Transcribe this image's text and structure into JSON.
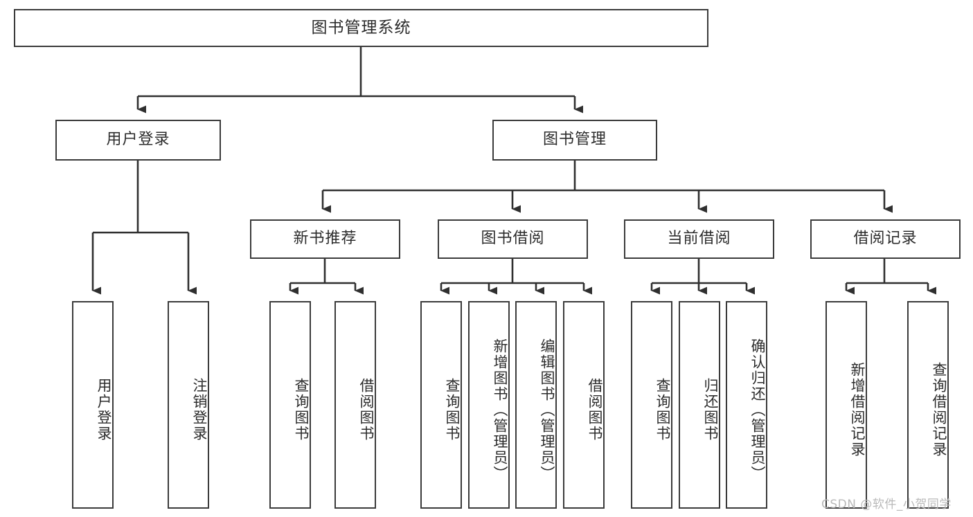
{
  "diagram": {
    "type": "tree-hierarchy-chart",
    "title": "图书管理系统",
    "watermark": "CSDN @软件_小贺同学",
    "colors": {
      "box_border": "#3a3a3a",
      "box_fill": "#ffffff",
      "connector": "#2f2f2f",
      "text": "#2b2b2b",
      "watermark": "#b9b9b9",
      "background": "#ffffff"
    },
    "root": {
      "label": "图书管理系统"
    },
    "level1": [
      {
        "id": "user-login",
        "label": "用户登录"
      },
      {
        "id": "book-manage",
        "label": "图书管理"
      }
    ],
    "level2": [
      {
        "id": "new-book-recommend",
        "label": "新书推荐",
        "parent": "book-manage"
      },
      {
        "id": "book-borrow",
        "label": "图书借阅",
        "parent": "book-manage"
      },
      {
        "id": "current-borrow",
        "label": "当前借阅",
        "parent": "book-manage"
      },
      {
        "id": "borrow-record",
        "label": "借阅记录",
        "parent": "book-manage"
      }
    ],
    "leaves": {
      "user-login": [
        {
          "id": "leaf-user-login",
          "label": "用户登录"
        },
        {
          "id": "leaf-logout-login",
          "label": "注销登录"
        }
      ],
      "new-book-recommend": [
        {
          "id": "leaf-query-book-1",
          "label": "查询图书"
        },
        {
          "id": "leaf-borrow-book-1",
          "label": "借阅图书"
        }
      ],
      "book-borrow": [
        {
          "id": "leaf-query-book-2",
          "label": "查询图书"
        },
        {
          "id": "leaf-add-book",
          "label": "新增图书（管理员）"
        },
        {
          "id": "leaf-edit-book",
          "label": "编辑图书（管理员）"
        },
        {
          "id": "leaf-borrow-book-2",
          "label": "借阅图书"
        }
      ],
      "current-borrow": [
        {
          "id": "leaf-query-book-3",
          "label": "查询图书"
        },
        {
          "id": "leaf-return-book",
          "label": "归还图书"
        },
        {
          "id": "leaf-confirm-return",
          "label": "确认归还（管理员）"
        }
      ],
      "borrow-record": [
        {
          "id": "leaf-add-record",
          "label": "新增借阅记录"
        },
        {
          "id": "leaf-query-record",
          "label": "查询借阅记录"
        }
      ]
    }
  }
}
